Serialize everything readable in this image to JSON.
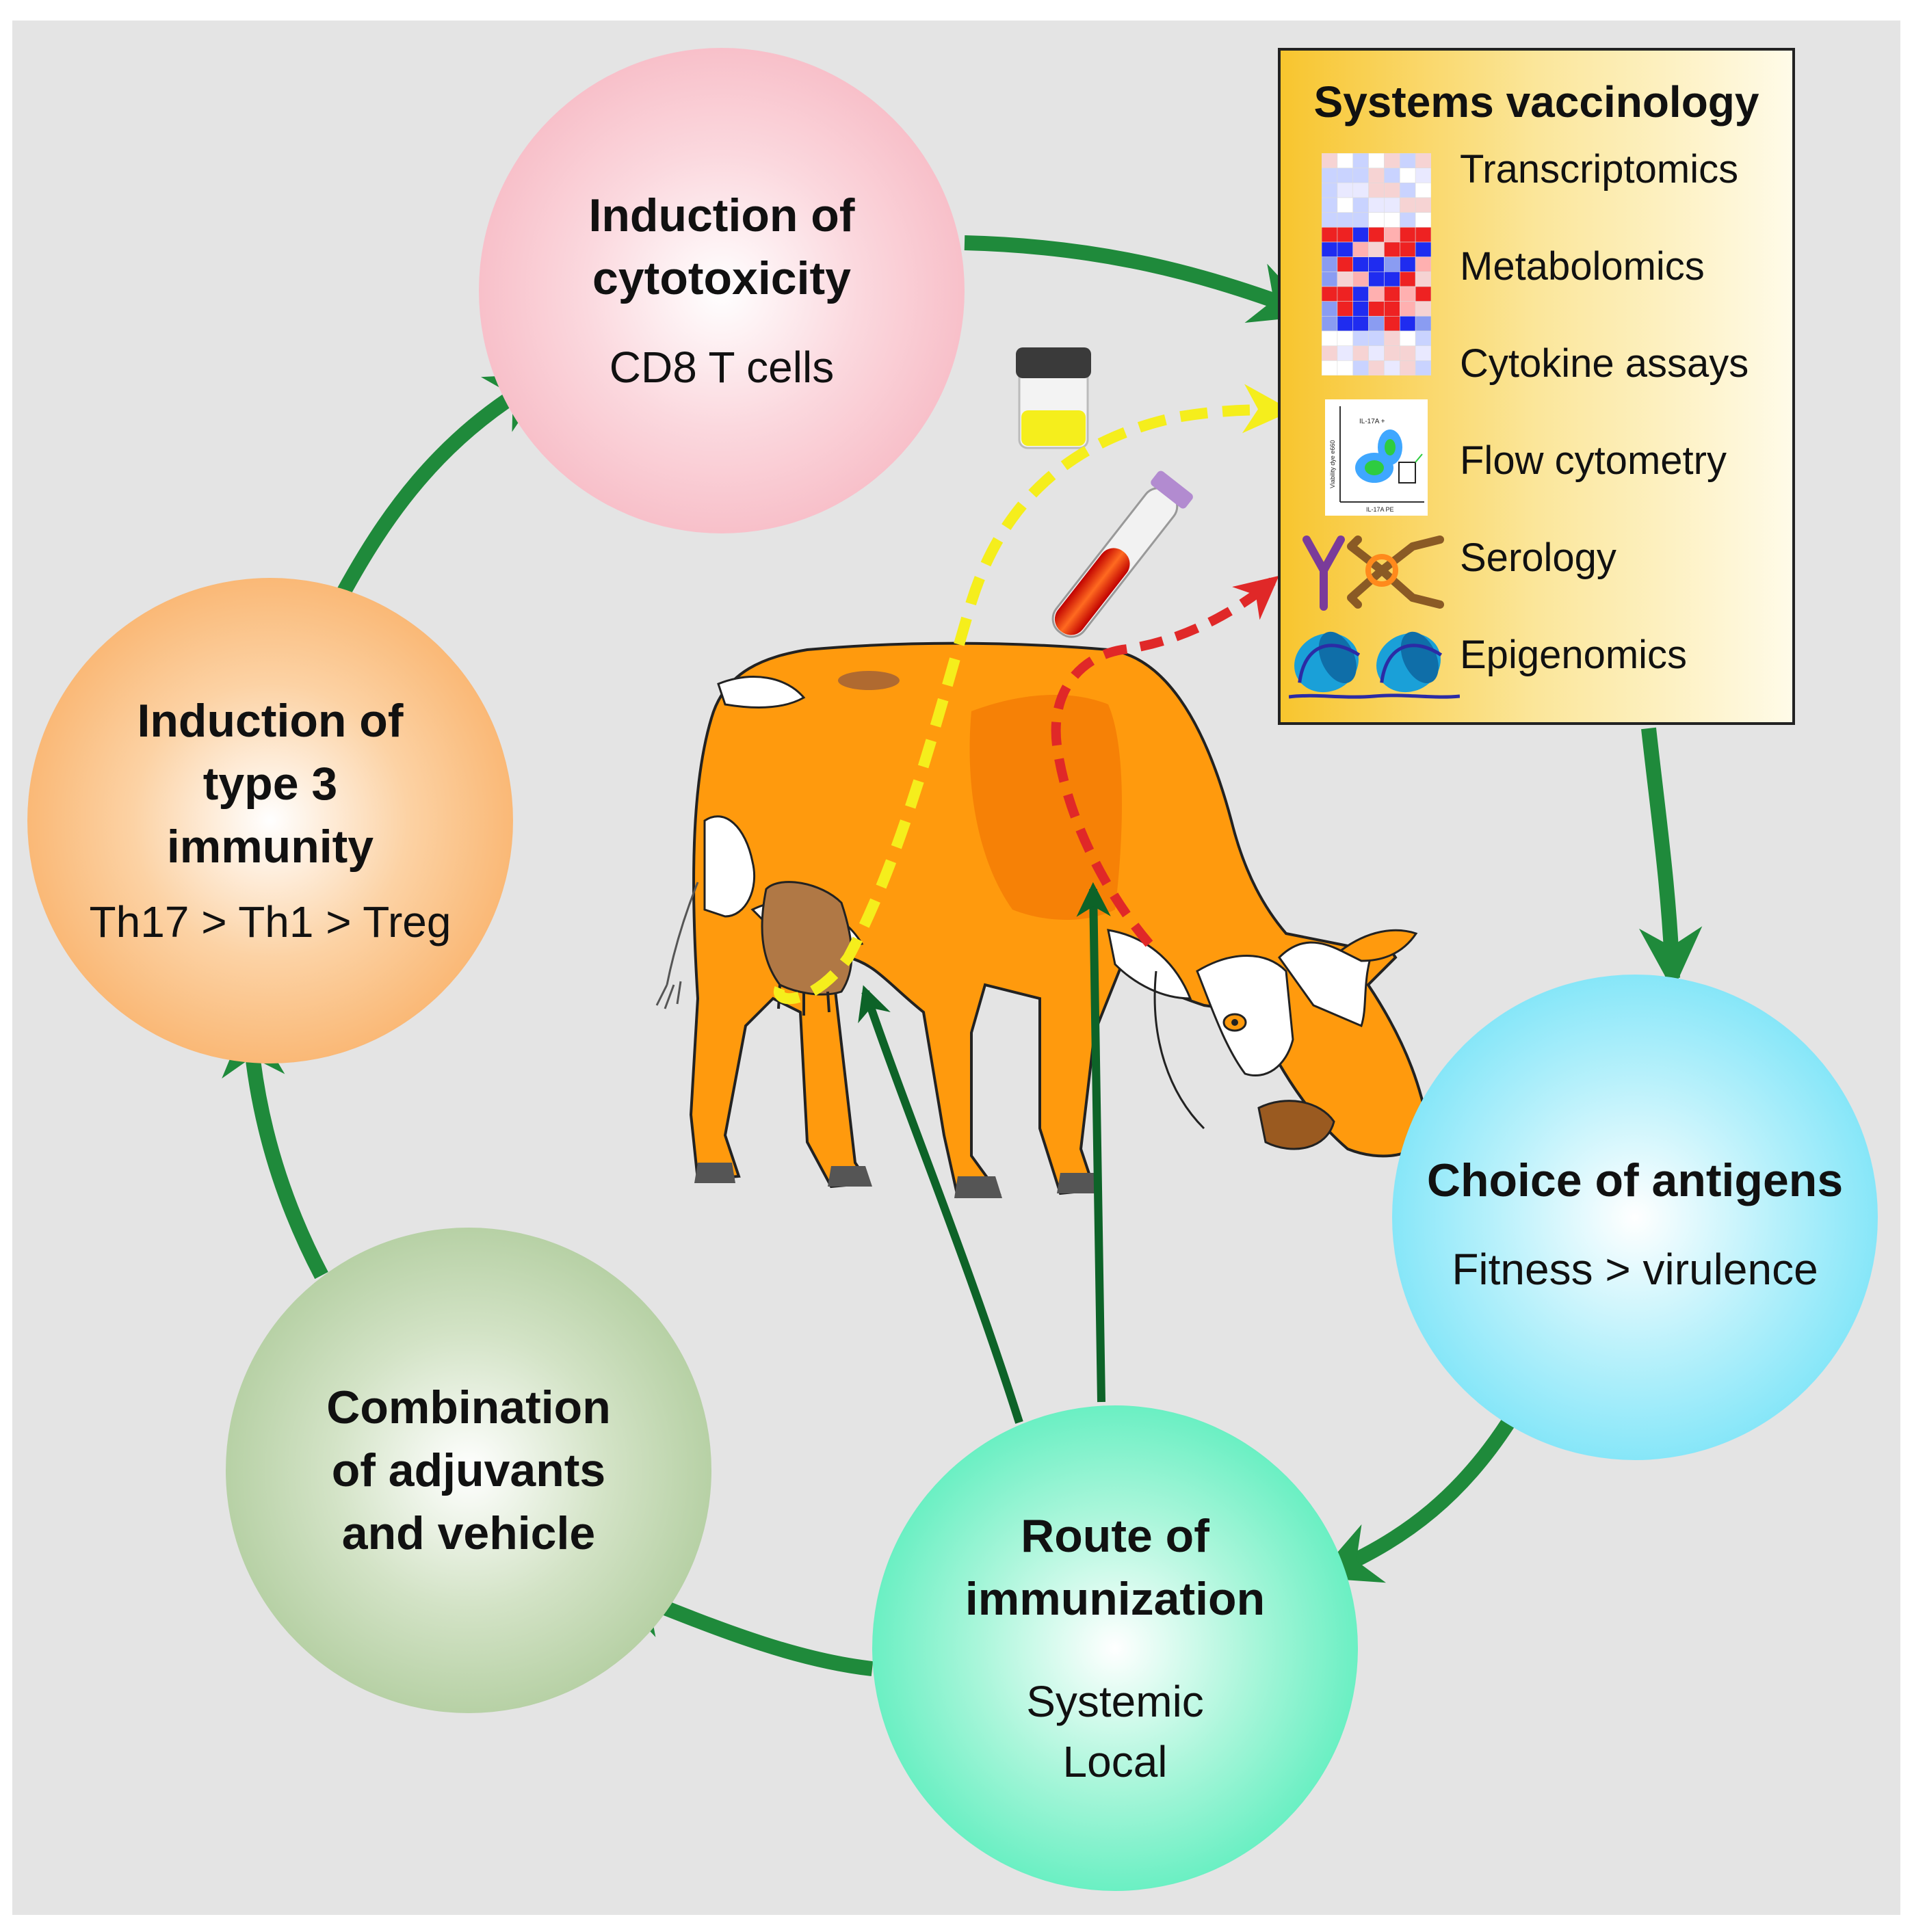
{
  "nodes": {
    "cytotoxicity": {
      "title_lines": [
        "Induction of",
        "cytotoxicity"
      ],
      "sub_lines": [
        "CD8 T cells"
      ]
    },
    "type3": {
      "title_lines": [
        "Induction of",
        "type 3",
        "immunity"
      ],
      "sub_lines": [
        "Th17 > Th1 > Treg"
      ]
    },
    "adjuvants": {
      "title_lines": [
        "Combination",
        "of adjuvants",
        "and vehicle"
      ]
    },
    "route": {
      "title_lines": [
        "Route of",
        "immunization"
      ],
      "sub_lines": [
        "Systemic",
        "Local"
      ]
    },
    "antigens": {
      "title_lines": [
        "Choice of antigens"
      ],
      "sub_lines": [
        "Fitness > virulence"
      ]
    }
  },
  "systems_vaccinology": {
    "title": "Systems vaccinology",
    "items": [
      "Transcriptomics",
      "Metabolomics",
      "Cytokine assays",
      "Flow cytometry",
      "Serology",
      "Epigenomics"
    ],
    "flow_plot_labels": {
      "gate": "IL-17A +",
      "x_axis": "IL-17A PE",
      "y_axis": "Viability dye e660"
    }
  },
  "colors": {
    "cycle_arrow": "#1f8a3b",
    "route_arrow": "#0d6328",
    "milk_path": "#f5ee1c",
    "blood_path": "#e02828",
    "cow_body": "#ff9a0d"
  },
  "icons": [
    "milk-jar-icon",
    "blood-tube-icon",
    "cow-illustration",
    "heatmap-icon",
    "flow-plot-icon",
    "antibody-icon",
    "nucleosome-icon"
  ]
}
